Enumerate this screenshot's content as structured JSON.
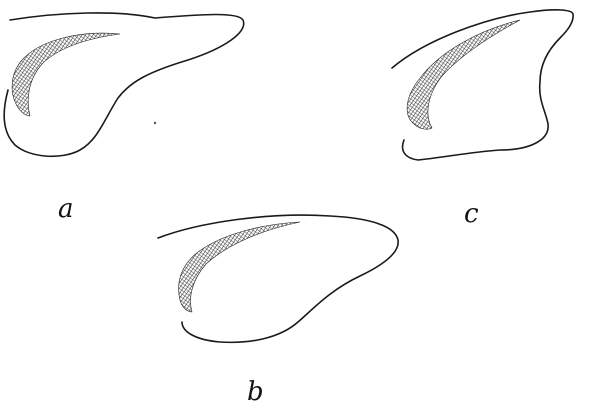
{
  "figure": {
    "panels": [
      {
        "label": "a"
      },
      {
        "label": "c"
      },
      {
        "label": "b"
      }
    ]
  }
}
